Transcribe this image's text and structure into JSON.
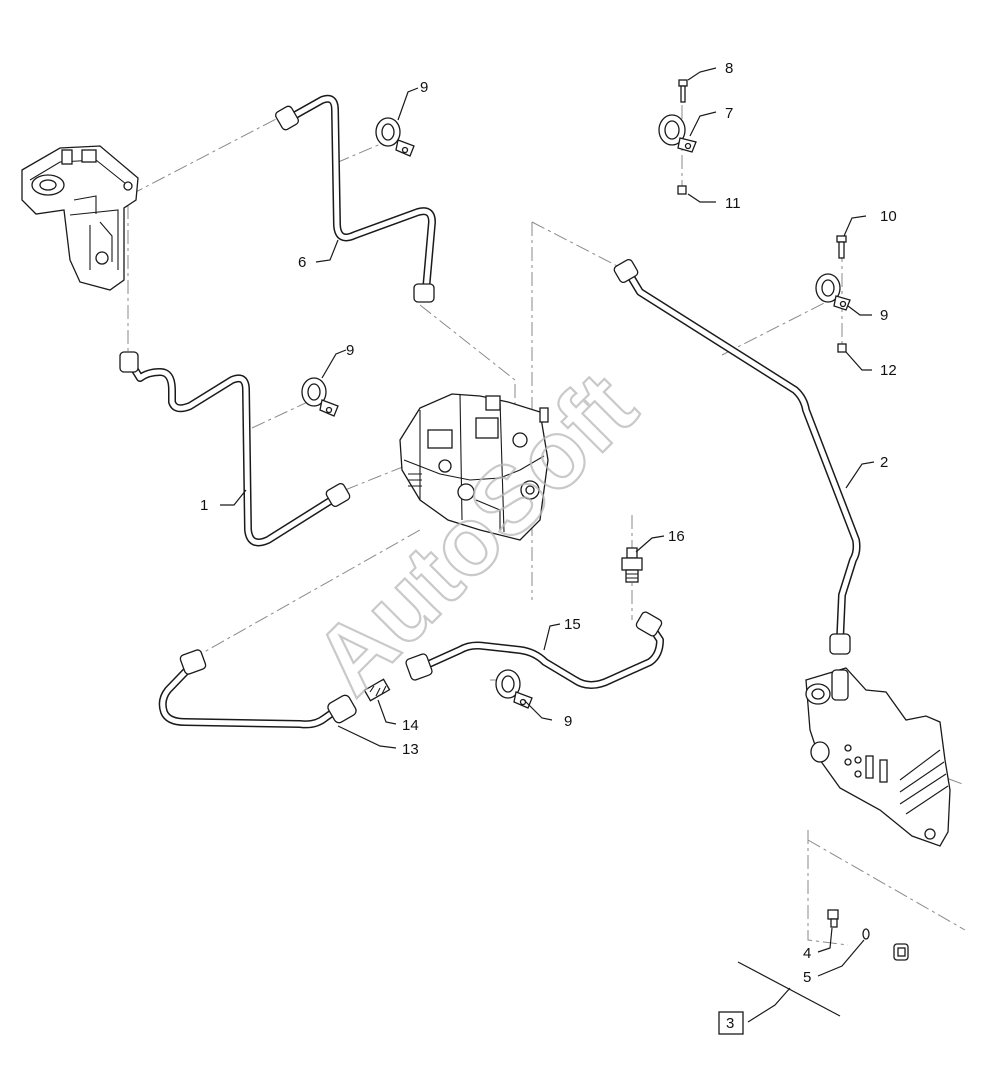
{
  "watermark": "AutoSoft",
  "callouts": {
    "c1": "1",
    "c2": "2",
    "c3": "3",
    "c4": "4",
    "c5": "5",
    "c6": "6",
    "c7": "7",
    "c8": "8",
    "c9a": "9",
    "c9b": "9",
    "c9c": "9",
    "c9d": "9",
    "c10": "10",
    "c11": "11",
    "c12": "12",
    "c13": "13",
    "c14": "14",
    "c15": "15",
    "c16": "16"
  }
}
